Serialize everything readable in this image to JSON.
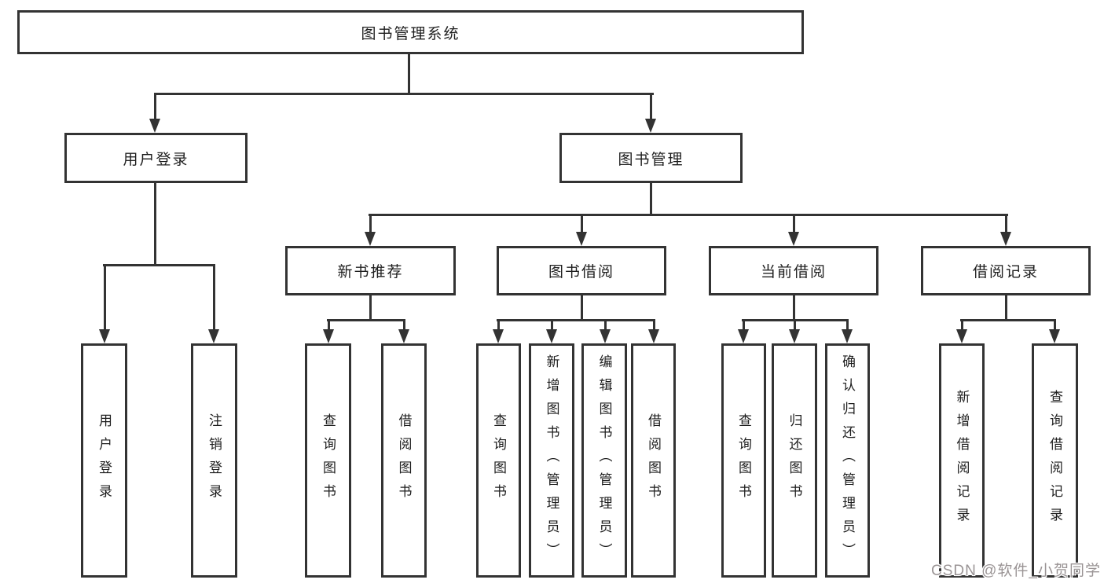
{
  "diagram": {
    "root": {
      "label": "图书管理系统"
    },
    "branches": [
      {
        "label": "用户登录",
        "children": [
          {
            "label": "用户登录"
          },
          {
            "label": "注销登录"
          }
        ]
      },
      {
        "label": "图书管理",
        "children": [
          {
            "label": "新书推荐",
            "children": [
              {
                "label": "查询图书"
              },
              {
                "label": "借阅图书"
              }
            ]
          },
          {
            "label": "图书借阅",
            "children": [
              {
                "label": "查询图书"
              },
              {
                "label": "新增图书（管理员）"
              },
              {
                "label": "编辑图书（管理员）"
              },
              {
                "label": "借阅图书"
              }
            ]
          },
          {
            "label": "当前借阅",
            "children": [
              {
                "label": "查询图书"
              },
              {
                "label": "归还图书"
              },
              {
                "label": "确认归还（管理员）"
              }
            ]
          },
          {
            "label": "借阅记录",
            "children": [
              {
                "label": "新增借阅记录"
              },
              {
                "label": "查询借阅记录"
              }
            ]
          }
        ]
      }
    ]
  },
  "watermark": {
    "text": "CSDN @软件_小贺同学"
  },
  "colors": {
    "line": "#333333",
    "box_background": "#ffffff",
    "text": "#1e1e1e",
    "watermark": "#9a9495"
  }
}
